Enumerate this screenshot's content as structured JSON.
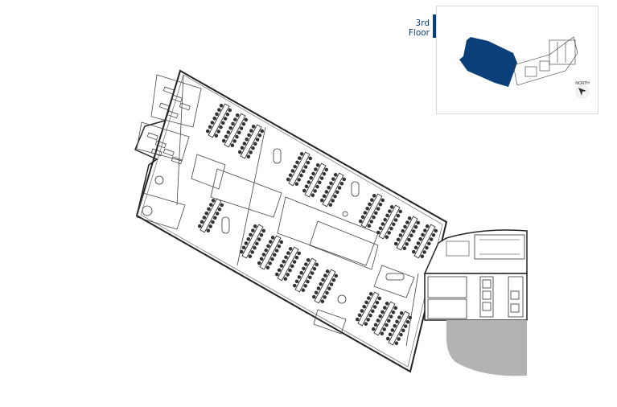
{
  "floor_selector": {
    "label_line1": "3rd",
    "label_line2": "Floor",
    "accent_color": "#0b3f7a"
  },
  "minimap": {
    "north_label": "NORTH",
    "highlight_color": "#0b3f7a",
    "compass_icon": "north-arrow-icon"
  },
  "floorplan": {
    "wing_outline_color": "#222222",
    "hatched_area_color": "#b3b3b3",
    "workstation_color": "#333333"
  }
}
